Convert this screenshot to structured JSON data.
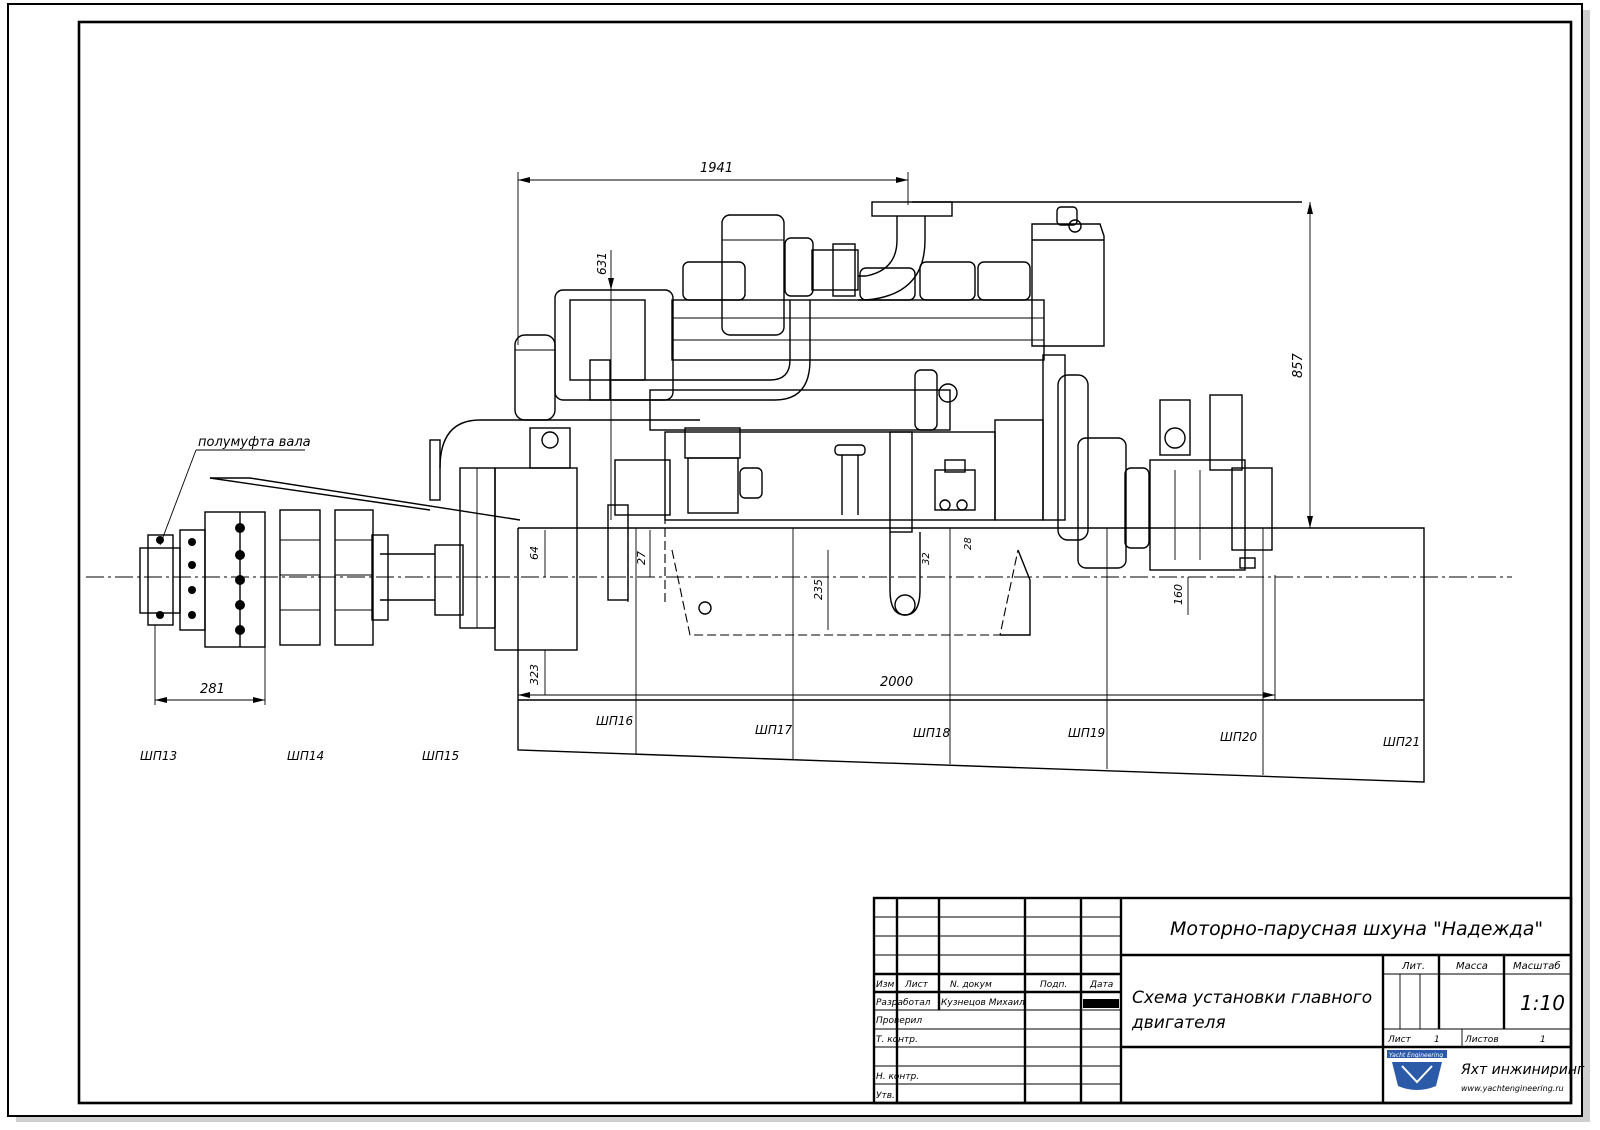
{
  "dimensions": {
    "top_length": "1941",
    "height_right": "857",
    "height_left": "631",
    "shaft_len": "281",
    "base_len": "2000",
    "d_27": "27",
    "d_64": "64",
    "d_235": "235",
    "d_323": "323",
    "d_160": "160",
    "d_28": "28",
    "d_32": "32"
  },
  "labels": {
    "shaft_part": "полумуфта вала"
  },
  "frames": {
    "f13": "ШП13",
    "f14": "ШП14",
    "f15": "ШП15",
    "f16": "ШП16",
    "f17": "ШП17",
    "f18": "ШП18",
    "f19": "ШП19",
    "f20": "ШП20",
    "f21": "ШП21"
  },
  "title_block": {
    "title": "Моторно-парусная шхуна \"Надежда\"",
    "drawing_name_1": "Схема установки главного",
    "drawing_name_2": "двигателя",
    "scale": "1:10",
    "h_izm": "Изм",
    "h_list": "Лист",
    "h_doc": "N. докум",
    "h_sign": "Подп.",
    "h_date": "Дата",
    "r_dev": "Разработал",
    "r_dev_name": "Кузнецов Михаил",
    "r_check": "Проверил",
    "r_tcontrol": "Т. контр.",
    "r_ncontrol": "Н. контр.",
    "r_approved": "Утв.",
    "h_lit": "Лит.",
    "h_mass": "Масса",
    "h_scale": "Масштаб",
    "sheet_label": "Лист",
    "sheet_num": "1",
    "sheets_label": "Листов",
    "sheets_num": "1",
    "company": "Яхт инжиниринг",
    "company_sub": "www.yachtengineering.ru",
    "logo_text": "Yacht Engineering"
  },
  "colors": {
    "ink": "#000000",
    "paper": "#ffffff"
  }
}
